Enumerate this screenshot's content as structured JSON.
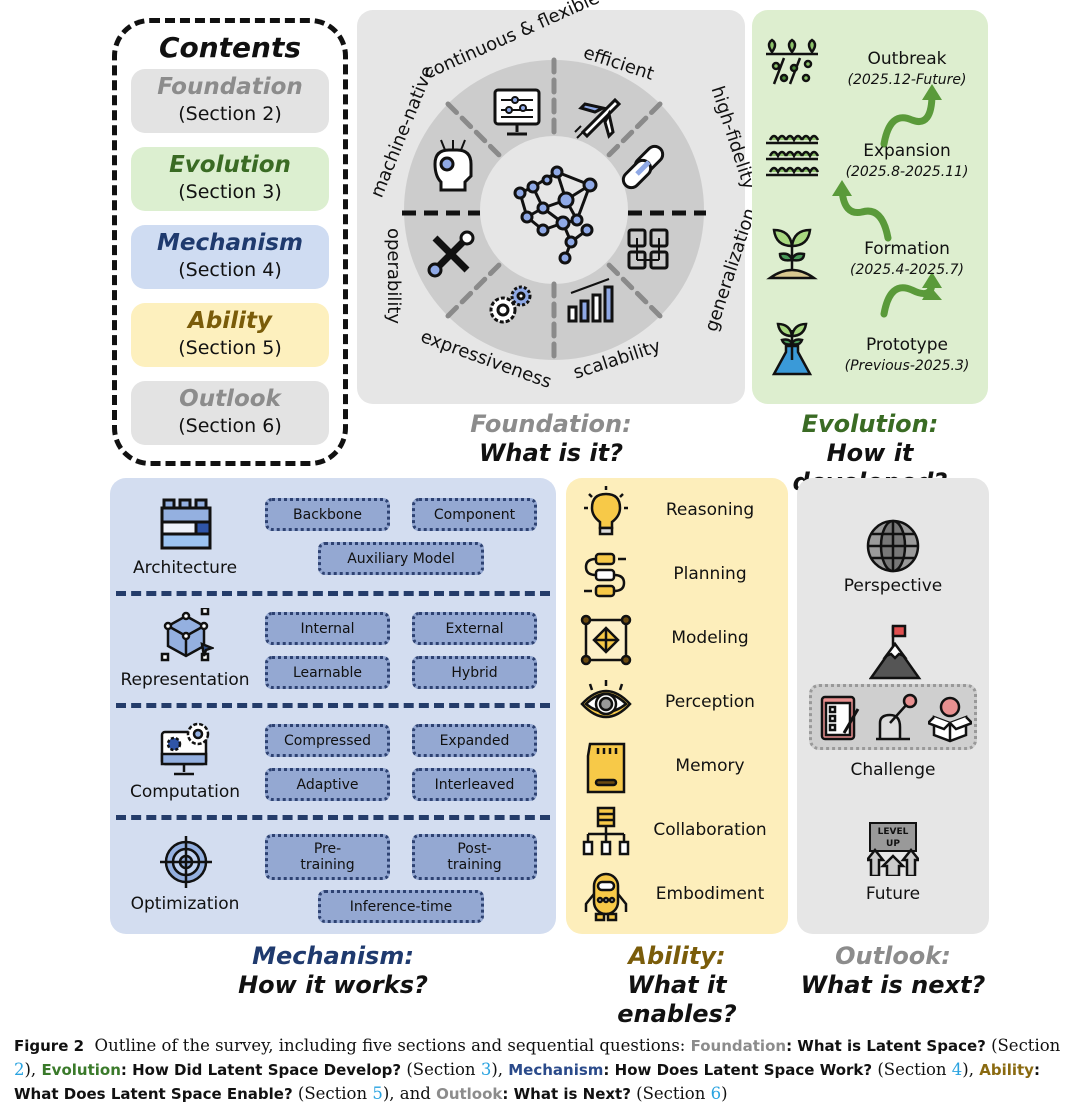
{
  "contents": {
    "title": "Contents",
    "items": [
      {
        "name": "Foundation",
        "section": "(Section 2)",
        "color": "#8c8c8c",
        "bg": "#e3e3e3"
      },
      {
        "name": "Evolution",
        "section": "(Section 3)",
        "color": "#3a6b24",
        "bg": "#dcefd0"
      },
      {
        "name": "Mechanism",
        "section": "(Section 4)",
        "color": "#1f3a6e",
        "bg": "#cfdcf2"
      },
      {
        "name": "Ability",
        "section": "(Section 5)",
        "color": "#7a5c0a",
        "bg": "#fdf0be"
      },
      {
        "name": "Outlook",
        "section": "(Section 6)",
        "color": "#8c8c8c",
        "bg": "#e3e3e3"
      }
    ]
  },
  "foundation": {
    "heading": "Foundation:",
    "question": "What is it?",
    "properties": [
      {
        "label": "continuous & flexible",
        "icon": "circuit-monitor-icon"
      },
      {
        "label": "efficient",
        "icon": "airplane-icon"
      },
      {
        "label": "high-fidelity",
        "icon": "chain-link-icon"
      },
      {
        "label": "generalization",
        "icon": "grid-nodes-icon"
      },
      {
        "label": "scalability",
        "icon": "bar-growth-icon"
      },
      {
        "label": "expressiveness",
        "icon": "gears-icon"
      },
      {
        "label": "operability",
        "icon": "wrench-tools-icon"
      },
      {
        "label": "machine-native",
        "icon": "robot-head-icon"
      }
    ],
    "center_icon": "neural-brain-icon"
  },
  "evolution": {
    "heading": "Evolution:",
    "question": "How it developed?",
    "stages": [
      {
        "name": "Outbreak",
        "period": "(2025.12-Future)"
      },
      {
        "name": "Expansion",
        "period": "(2025.8-2025.11)"
      },
      {
        "name": "Formation",
        "period": "(2025.4-2025.7)"
      },
      {
        "name": "Prototype",
        "period": "(Previous-2025.3)"
      }
    ]
  },
  "mechanism": {
    "heading": "Mechanism:",
    "question": "How it works?",
    "rows": [
      {
        "label": "Architecture",
        "chips": [
          "Backbone",
          "Component",
          "Auxiliary Model"
        ]
      },
      {
        "label": "Representation",
        "chips": [
          "Internal",
          "External",
          "Learnable",
          "Hybrid"
        ]
      },
      {
        "label": "Computation",
        "chips": [
          "Compressed",
          "Expanded",
          "Adaptive",
          "Interleaved"
        ]
      },
      {
        "label": "Optimization",
        "chips": [
          "Pre-\ntraining",
          "Post-\ntraining",
          "Inference-time"
        ]
      }
    ]
  },
  "ability": {
    "heading": "Ability:",
    "question": "What it enables?",
    "items": [
      "Reasoning",
      "Planning",
      "Modeling",
      "Perception",
      "Memory",
      "Collaboration",
      "Embodiment"
    ]
  },
  "outlook": {
    "heading": "Outlook:",
    "question": "What is next?",
    "items": [
      "Perspective",
      "Challenge",
      "Future"
    ],
    "level_up_text": [
      "LEVEL",
      "UP"
    ]
  },
  "caption": {
    "figure_label": "Figure 2",
    "intro": "Outline of the survey, including five sections and sequential questions:",
    "parts": [
      {
        "key": "Foundation",
        "question": ": What is Latent Space?",
        "section_prefix": "(Section ",
        "num": "2",
        "suffix": "),",
        "color": "#8c8c8c"
      },
      {
        "key": "Evolution",
        "question": ": How Did Latent Space Develop?",
        "section_prefix": "(Section ",
        "num": "3",
        "suffix": "),",
        "color": "#3a7a2a"
      },
      {
        "key": "Mechanism",
        "question": ": How Does Latent Space Work?",
        "section_prefix": "(Section ",
        "num": "4",
        "suffix": "),",
        "color": "#2a4a8a"
      },
      {
        "key": "Ability",
        "question": ": What Does Latent Space Enable?",
        "section_prefix": "(Section ",
        "num": "5",
        "suffix": "), and",
        "color": "#8a6a10"
      },
      {
        "key": "Outlook",
        "question": ": What is Next?",
        "section_prefix": "(Section ",
        "num": "6",
        "suffix": ")",
        "color": "#8c8c8c"
      }
    ]
  }
}
